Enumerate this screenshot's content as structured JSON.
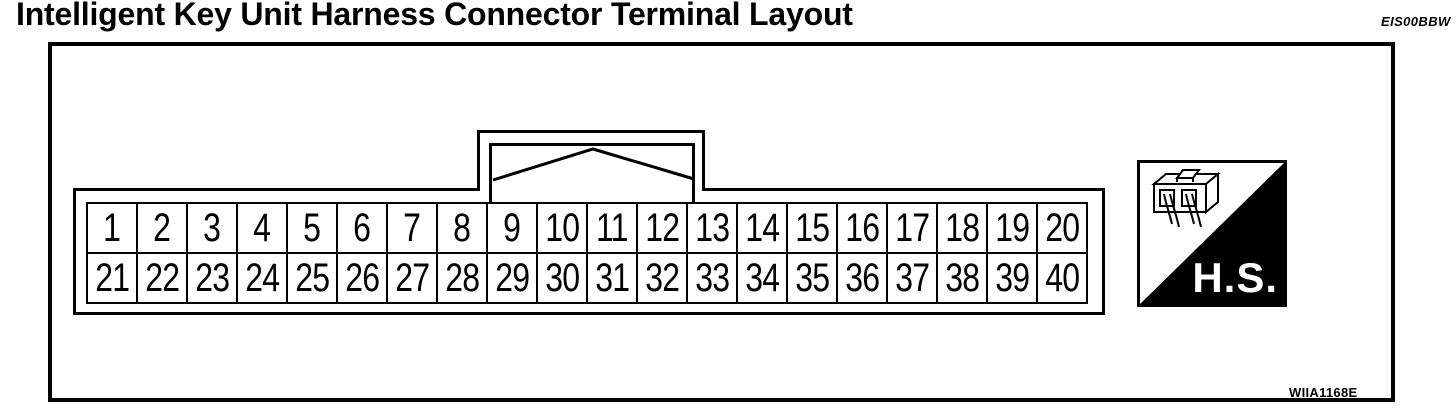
{
  "page": {
    "title": "Intelligent Key Unit Harness Connector Terminal Layout",
    "doc_ref": "EIS00BBW",
    "figure_ref": "WIIA1168E"
  },
  "connector": {
    "description": "40-pin harness connector, two rows of terminals with center latch tab",
    "top_row": [
      "1",
      "2",
      "3",
      "4",
      "5",
      "6",
      "7",
      "8",
      "9",
      "10",
      "11",
      "12",
      "13",
      "14",
      "15",
      "16",
      "17",
      "18",
      "19",
      "20"
    ],
    "bottom_row": [
      "21",
      "22",
      "23",
      "24",
      "25",
      "26",
      "27",
      "28",
      "29",
      "30",
      "31",
      "32",
      "33",
      "34",
      "35",
      "36",
      "37",
      "38",
      "39",
      "40"
    ]
  },
  "stamp": {
    "label": "H.S."
  },
  "colors": {
    "ink": "#000000",
    "paper": "#ffffff"
  }
}
